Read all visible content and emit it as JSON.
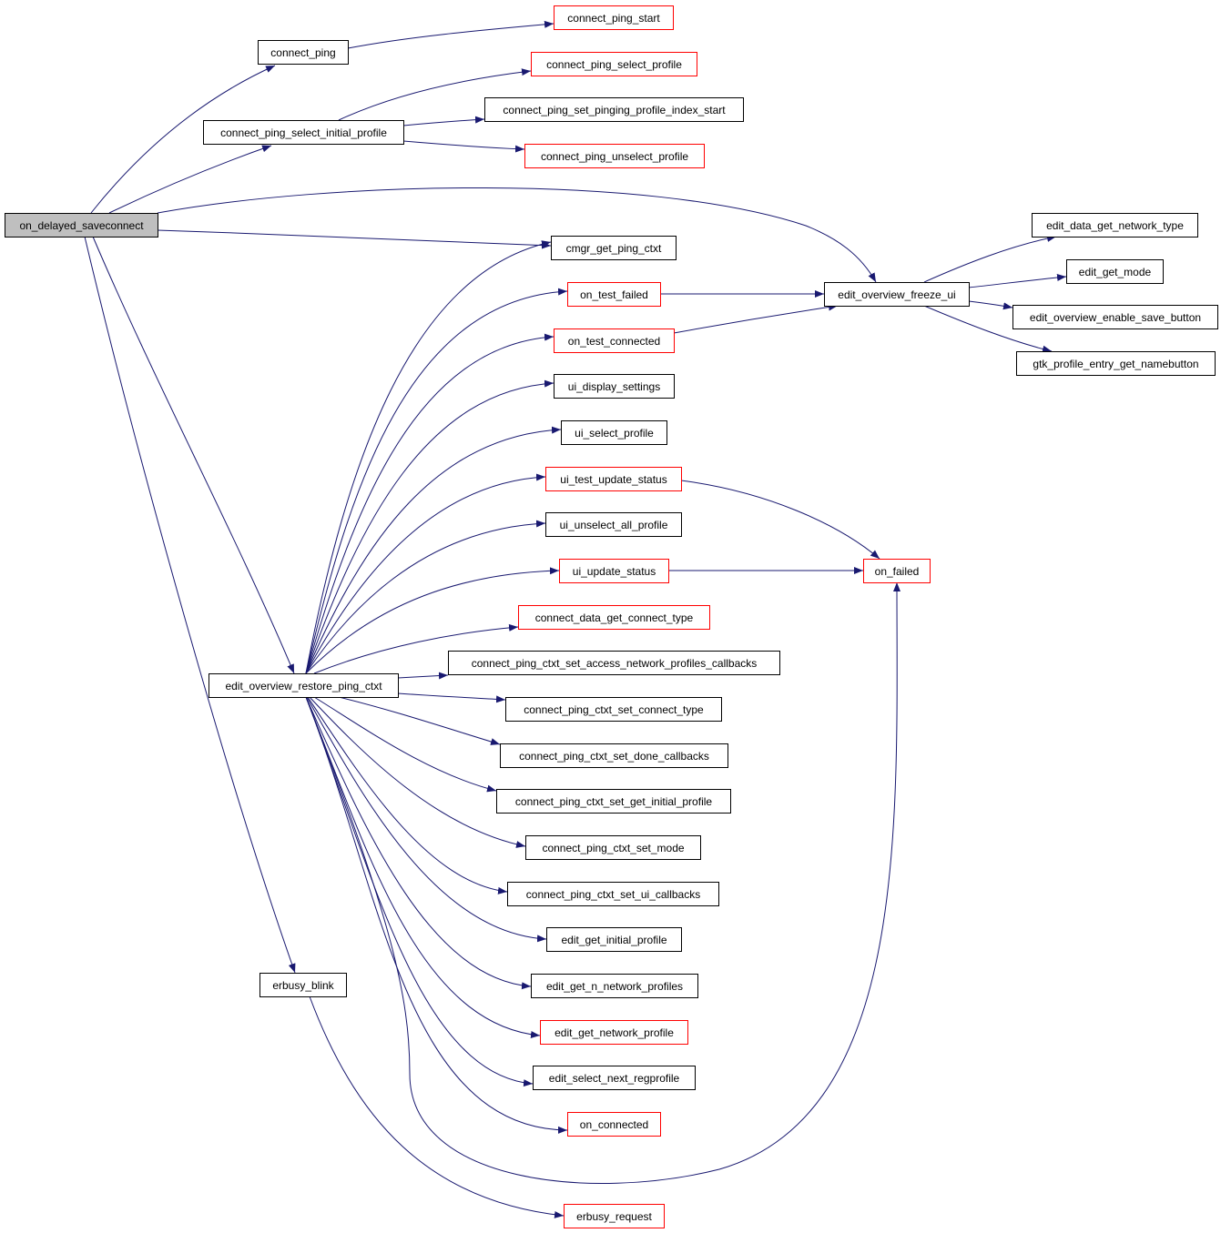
{
  "colors": {
    "background": "#ffffff",
    "edge": "#191970",
    "node_border_default": "#000000",
    "node_border_undocumented": "#ff0000",
    "root_fill": "#bfbfbf",
    "node_fill": "#ffffff"
  },
  "nodes": [
    {
      "id": "on_delayed_saveconnect",
      "label": "on_delayed_saveconnect",
      "style": "root"
    },
    {
      "id": "connect_ping",
      "label": "connect_ping",
      "style": "black"
    },
    {
      "id": "connect_ping_select_initial_profile",
      "label": "connect_ping_select_initial_profile",
      "style": "black"
    },
    {
      "id": "edit_overview_restore_ping_ctxt",
      "label": "edit_overview_restore_ping_ctxt",
      "style": "black"
    },
    {
      "id": "erbusy_blink",
      "label": "erbusy_blink",
      "style": "black"
    },
    {
      "id": "connect_ping_start",
      "label": "connect_ping_start",
      "style": "red"
    },
    {
      "id": "connect_ping_select_profile",
      "label": "connect_ping_select_profile",
      "style": "red"
    },
    {
      "id": "connect_ping_set_pinging_profile_index_start",
      "label": "connect_ping_set_pinging_profile_index_start",
      "style": "black"
    },
    {
      "id": "connect_ping_unselect_profile",
      "label": "connect_ping_unselect_profile",
      "style": "red"
    },
    {
      "id": "cmgr_get_ping_ctxt",
      "label": "cmgr_get_ping_ctxt",
      "style": "black"
    },
    {
      "id": "on_test_failed",
      "label": "on_test_failed",
      "style": "red"
    },
    {
      "id": "on_test_connected",
      "label": "on_test_connected",
      "style": "red"
    },
    {
      "id": "ui_display_settings",
      "label": "ui_display_settings",
      "style": "black"
    },
    {
      "id": "ui_select_profile",
      "label": "ui_select_profile",
      "style": "black"
    },
    {
      "id": "ui_test_update_status",
      "label": "ui_test_update_status",
      "style": "red"
    },
    {
      "id": "ui_unselect_all_profile",
      "label": "ui_unselect_all_profile",
      "style": "black"
    },
    {
      "id": "ui_update_status",
      "label": "ui_update_status",
      "style": "red"
    },
    {
      "id": "connect_data_get_connect_type",
      "label": "connect_data_get_connect_type",
      "style": "red"
    },
    {
      "id": "connect_ping_ctxt_set_access_network_profiles_callbacks",
      "label": "connect_ping_ctxt_set_access_network_profiles_callbacks",
      "style": "black"
    },
    {
      "id": "connect_ping_ctxt_set_connect_type",
      "label": "connect_ping_ctxt_set_connect_type",
      "style": "black"
    },
    {
      "id": "connect_ping_ctxt_set_done_callbacks",
      "label": "connect_ping_ctxt_set_done_callbacks",
      "style": "black"
    },
    {
      "id": "connect_ping_ctxt_set_get_initial_profile",
      "label": "connect_ping_ctxt_set_get_initial_profile",
      "style": "black"
    },
    {
      "id": "connect_ping_ctxt_set_mode",
      "label": "connect_ping_ctxt_set_mode",
      "style": "black"
    },
    {
      "id": "connect_ping_ctxt_set_ui_callbacks",
      "label": "connect_ping_ctxt_set_ui_callbacks",
      "style": "black"
    },
    {
      "id": "edit_get_initial_profile",
      "label": "edit_get_initial_profile",
      "style": "black"
    },
    {
      "id": "edit_get_n_network_profiles",
      "label": "edit_get_n_network_profiles",
      "style": "black"
    },
    {
      "id": "edit_get_network_profile",
      "label": "edit_get_network_profile",
      "style": "red"
    },
    {
      "id": "edit_select_next_regprofile",
      "label": "edit_select_next_regprofile",
      "style": "black"
    },
    {
      "id": "on_connected",
      "label": "on_connected",
      "style": "red"
    },
    {
      "id": "erbusy_request",
      "label": "erbusy_request",
      "style": "red"
    },
    {
      "id": "edit_overview_freeze_ui",
      "label": "edit_overview_freeze_ui",
      "style": "black"
    },
    {
      "id": "on_failed",
      "label": "on_failed",
      "style": "red"
    },
    {
      "id": "edit_data_get_network_type",
      "label": "edit_data_get_network_type",
      "style": "black"
    },
    {
      "id": "edit_get_mode",
      "label": "edit_get_mode",
      "style": "black"
    },
    {
      "id": "edit_overview_enable_save_button",
      "label": "edit_overview_enable_save_button",
      "style": "black"
    },
    {
      "id": "gtk_profile_entry_get_namebutton",
      "label": "gtk_profile_entry_get_namebutton",
      "style": "black"
    }
  ],
  "edges": [
    {
      "from": "on_delayed_saveconnect",
      "to": "connect_ping"
    },
    {
      "from": "on_delayed_saveconnect",
      "to": "connect_ping_select_initial_profile"
    },
    {
      "from": "on_delayed_saveconnect",
      "to": "edit_overview_freeze_ui"
    },
    {
      "from": "on_delayed_saveconnect",
      "to": "cmgr_get_ping_ctxt"
    },
    {
      "from": "on_delayed_saveconnect",
      "to": "edit_overview_restore_ping_ctxt"
    },
    {
      "from": "on_delayed_saveconnect",
      "to": "erbusy_blink"
    },
    {
      "from": "connect_ping",
      "to": "connect_ping_start"
    },
    {
      "from": "connect_ping_select_initial_profile",
      "to": "connect_ping_select_profile"
    },
    {
      "from": "connect_ping_select_initial_profile",
      "to": "connect_ping_set_pinging_profile_index_start"
    },
    {
      "from": "connect_ping_select_initial_profile",
      "to": "connect_ping_unselect_profile"
    },
    {
      "from": "edit_overview_restore_ping_ctxt",
      "to": "cmgr_get_ping_ctxt"
    },
    {
      "from": "edit_overview_restore_ping_ctxt",
      "to": "on_test_failed"
    },
    {
      "from": "edit_overview_restore_ping_ctxt",
      "to": "on_test_connected"
    },
    {
      "from": "edit_overview_restore_ping_ctxt",
      "to": "ui_display_settings"
    },
    {
      "from": "edit_overview_restore_ping_ctxt",
      "to": "ui_select_profile"
    },
    {
      "from": "edit_overview_restore_ping_ctxt",
      "to": "ui_test_update_status"
    },
    {
      "from": "edit_overview_restore_ping_ctxt",
      "to": "ui_unselect_all_profile"
    },
    {
      "from": "edit_overview_restore_ping_ctxt",
      "to": "ui_update_status"
    },
    {
      "from": "edit_overview_restore_ping_ctxt",
      "to": "connect_data_get_connect_type"
    },
    {
      "from": "edit_overview_restore_ping_ctxt",
      "to": "connect_ping_ctxt_set_access_network_profiles_callbacks"
    },
    {
      "from": "edit_overview_restore_ping_ctxt",
      "to": "connect_ping_ctxt_set_connect_type"
    },
    {
      "from": "edit_overview_restore_ping_ctxt",
      "to": "connect_ping_ctxt_set_done_callbacks"
    },
    {
      "from": "edit_overview_restore_ping_ctxt",
      "to": "connect_ping_ctxt_set_get_initial_profile"
    },
    {
      "from": "edit_overview_restore_ping_ctxt",
      "to": "connect_ping_ctxt_set_mode"
    },
    {
      "from": "edit_overview_restore_ping_ctxt",
      "to": "connect_ping_ctxt_set_ui_callbacks"
    },
    {
      "from": "edit_overview_restore_ping_ctxt",
      "to": "edit_get_initial_profile"
    },
    {
      "from": "edit_overview_restore_ping_ctxt",
      "to": "edit_get_n_network_profiles"
    },
    {
      "from": "edit_overview_restore_ping_ctxt",
      "to": "edit_get_network_profile"
    },
    {
      "from": "edit_overview_restore_ping_ctxt",
      "to": "edit_select_next_regprofile"
    },
    {
      "from": "edit_overview_restore_ping_ctxt",
      "to": "on_connected"
    },
    {
      "from": "edit_overview_restore_ping_ctxt",
      "to": "on_failed"
    },
    {
      "from": "erbusy_blink",
      "to": "erbusy_request"
    },
    {
      "from": "on_test_failed",
      "to": "edit_overview_freeze_ui"
    },
    {
      "from": "on_test_connected",
      "to": "edit_overview_freeze_ui"
    },
    {
      "from": "ui_test_update_status",
      "to": "on_failed"
    },
    {
      "from": "ui_update_status",
      "to": "on_failed"
    },
    {
      "from": "edit_overview_freeze_ui",
      "to": "edit_data_get_network_type"
    },
    {
      "from": "edit_overview_freeze_ui",
      "to": "edit_get_mode"
    },
    {
      "from": "edit_overview_freeze_ui",
      "to": "edit_overview_enable_save_button"
    },
    {
      "from": "edit_overview_freeze_ui",
      "to": "gtk_profile_entry_get_namebutton"
    }
  ]
}
